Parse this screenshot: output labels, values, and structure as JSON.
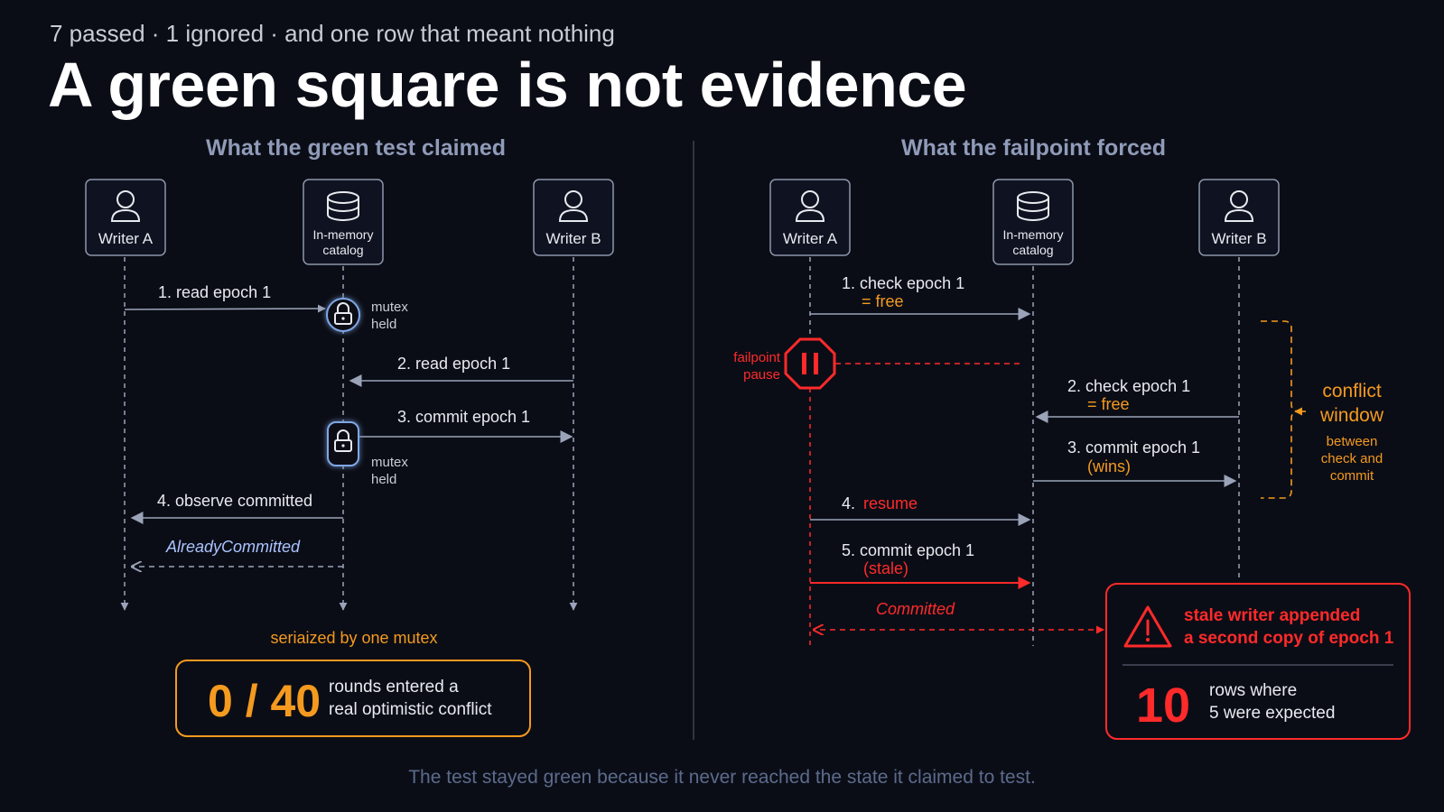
{
  "header": {
    "subtitle": "7 passed · 1 ignored · and one row that meant nothing",
    "title": "A green square is not evidence"
  },
  "left_panel": {
    "title": "What the green test claimed",
    "actors": {
      "writer_a": "Writer A",
      "catalog": [
        "In-memory",
        "catalog"
      ],
      "writer_b": "Writer B"
    },
    "messages": {
      "m1": "1. read epoch 1",
      "m2": "2. read epoch 1",
      "m3": "3. commit epoch 1",
      "m4": "4. observe committed",
      "reply": "AlreadyCommitted"
    },
    "mutex_label": [
      "mutex",
      "held"
    ],
    "caption": "seriaized by one mutex",
    "stat": {
      "value": "0 / 40",
      "text": [
        "rounds entered a",
        "real optimistic conflict"
      ]
    }
  },
  "right_panel": {
    "title": "What the failpoint forced",
    "actors": {
      "writer_a": "Writer A",
      "catalog": [
        "In-memory",
        "catalog"
      ],
      "writer_b": "Writer B"
    },
    "messages": {
      "m1": "1. check epoch 1",
      "m1_note": "= free",
      "m2": "2. check epoch 1",
      "m2_note": "= free",
      "m3": "3. commit epoch 1",
      "m3_note": "(wins)",
      "m4_num": "4.",
      "m4": "resume",
      "m5": "5. commit epoch 1",
      "m5_note": "(stale)",
      "reply": "Committed"
    },
    "failpoint_label": [
      "failpoint",
      "pause"
    ],
    "conflict": {
      "title": [
        "conflict",
        "window"
      ],
      "note": [
        "between",
        "check and",
        "commit"
      ]
    },
    "alert": {
      "headline": [
        "stale writer appended",
        "a second copy of epoch 1"
      ],
      "value": "10",
      "text": [
        "rows where",
        "5 were expected"
      ]
    }
  },
  "footer": "The test stayed green because it never reached the state it claimed to test.",
  "colors": {
    "background": "#0b0d16",
    "line": "#9aa3b8",
    "orange": "#f39a1f",
    "red": "#ff2a2a",
    "muted_title": "#8f9bb8",
    "reply_blue": "#aac4ff",
    "footer": "#5b6b8c"
  },
  "icons": [
    "user-icon",
    "database-icon",
    "lock-icon",
    "pause-octagon-icon",
    "warning-triangle-icon"
  ]
}
